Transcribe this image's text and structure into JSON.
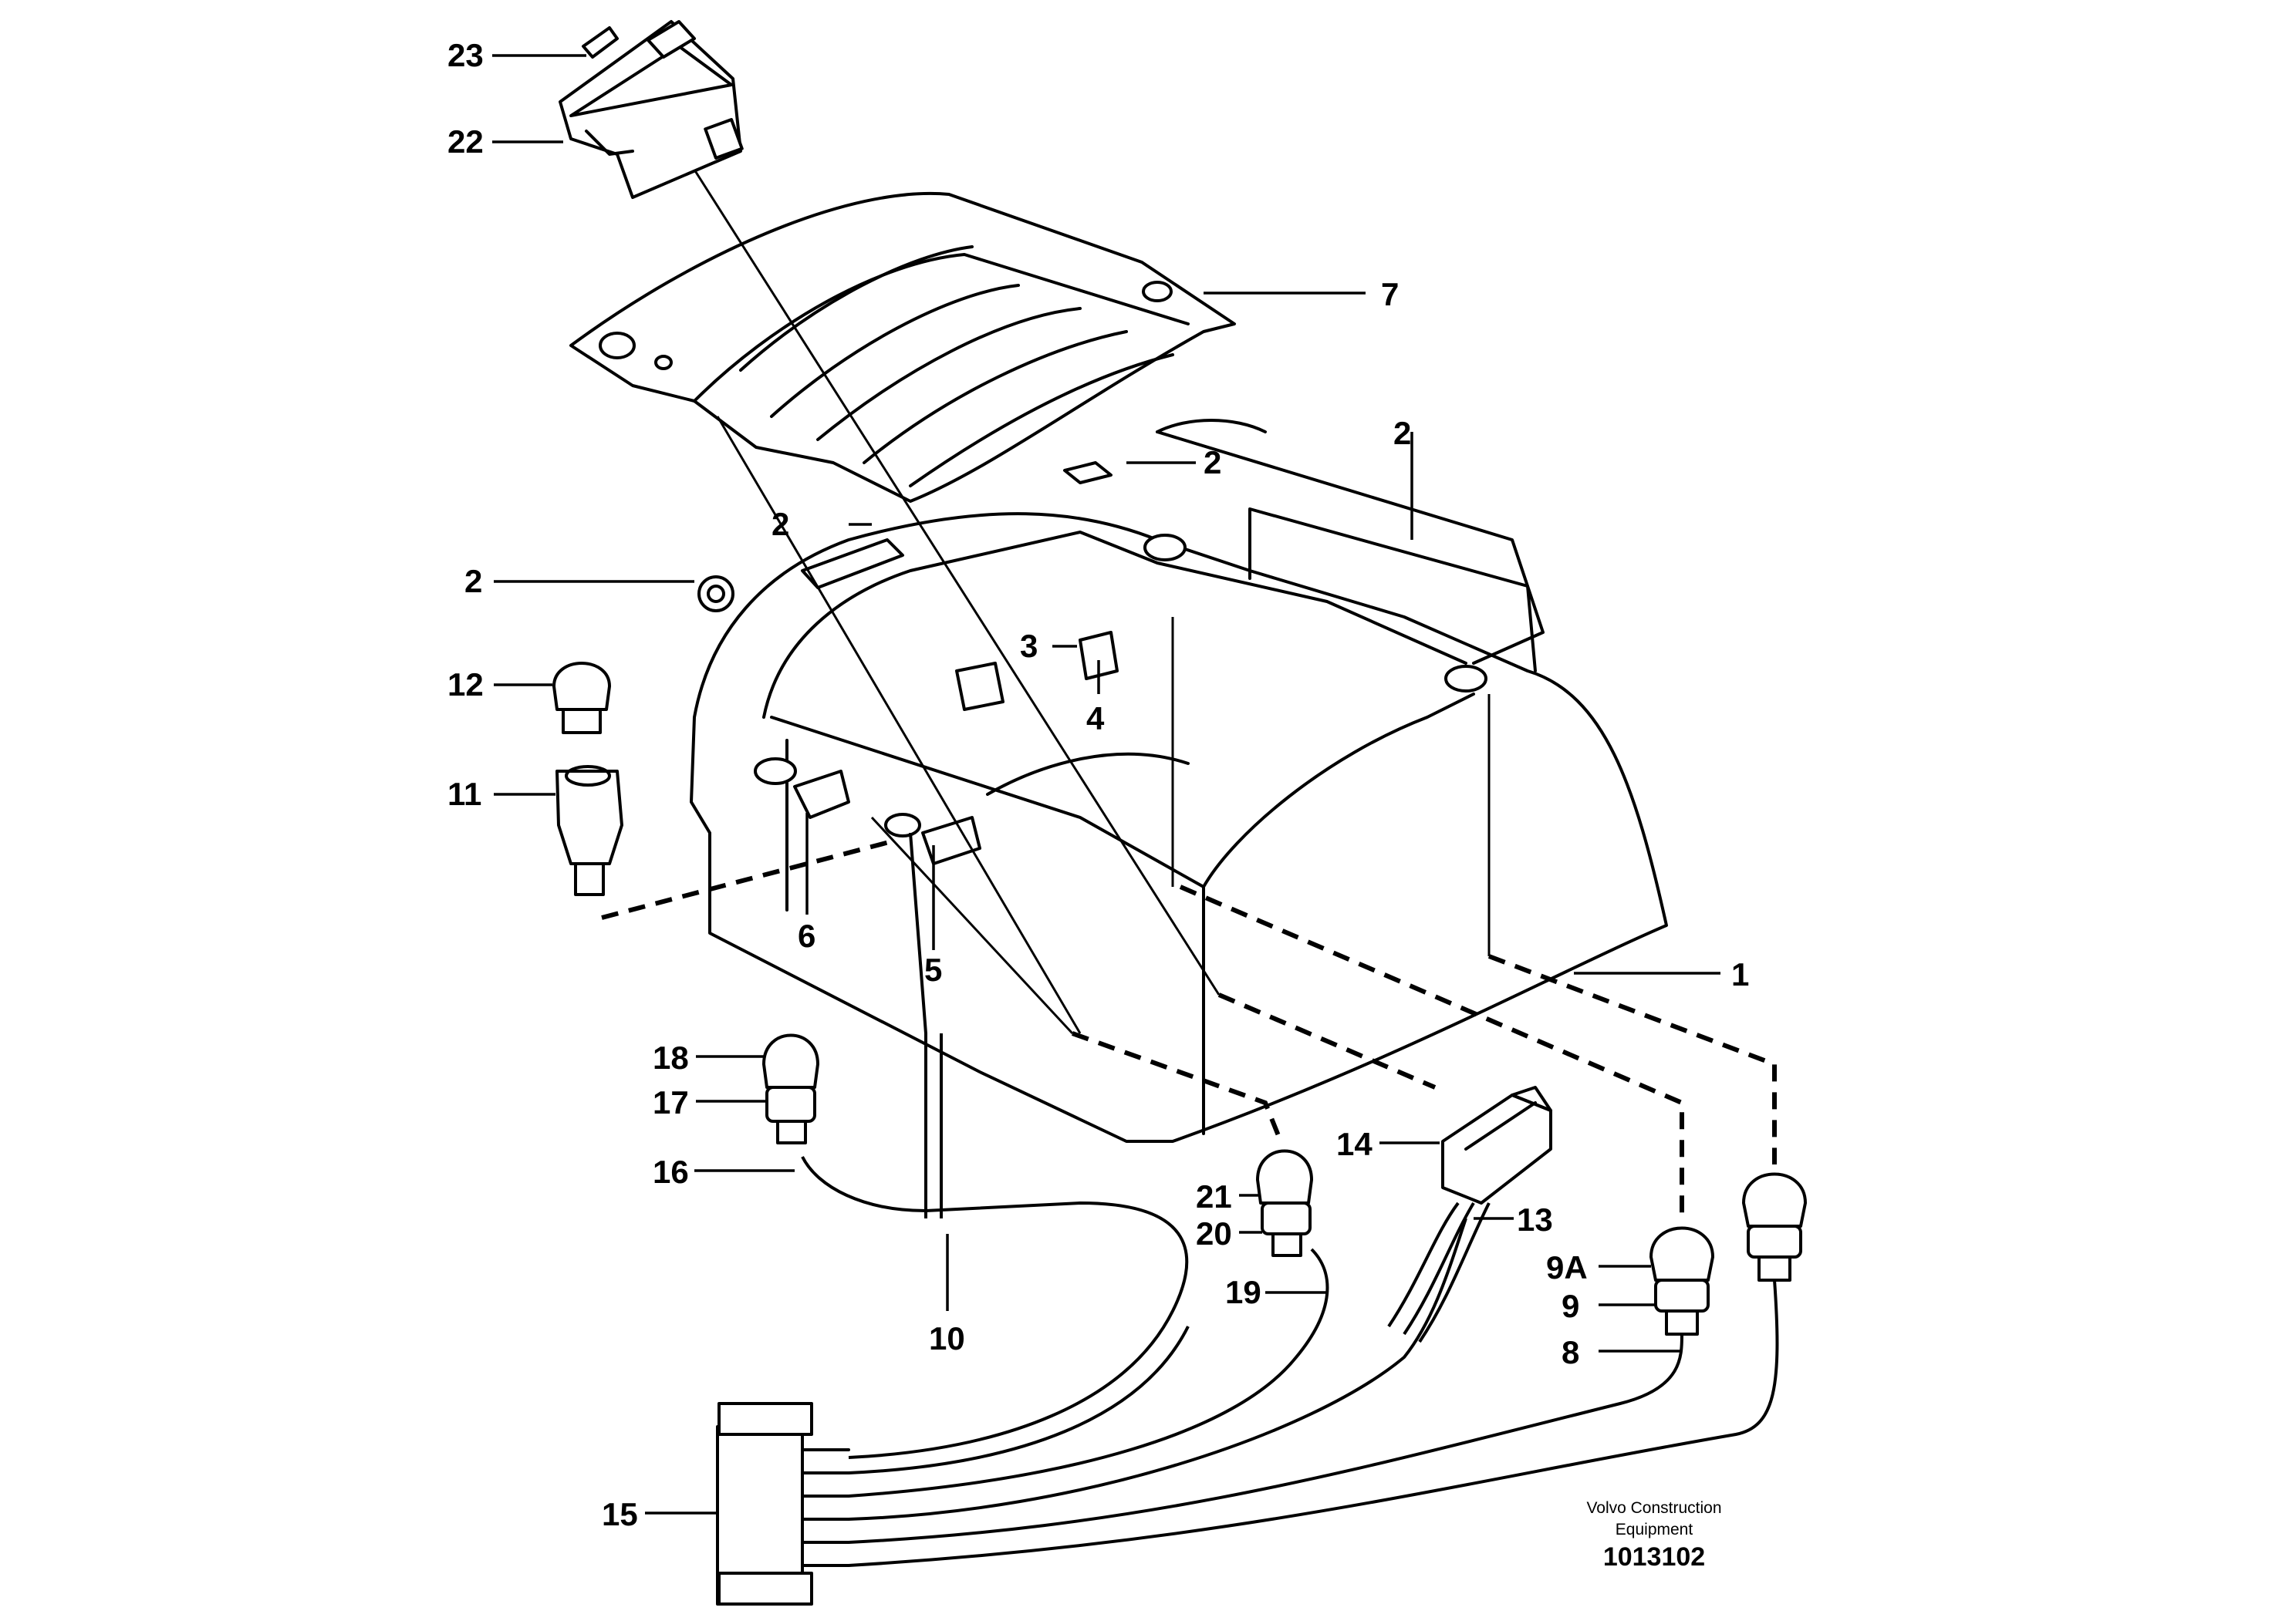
{
  "callouts": [
    "23",
    "22",
    "7",
    "2",
    "2",
    "2",
    "2",
    "12",
    "11",
    "3",
    "4",
    "6",
    "5",
    "1",
    "18",
    "17",
    "16",
    "14",
    "13",
    "21",
    "20",
    "19",
    "9A",
    "9",
    "8",
    "10",
    "15"
  ],
  "credit": {
    "line1": "Volvo Construction",
    "line2": "Equipment",
    "number": "1013102"
  }
}
